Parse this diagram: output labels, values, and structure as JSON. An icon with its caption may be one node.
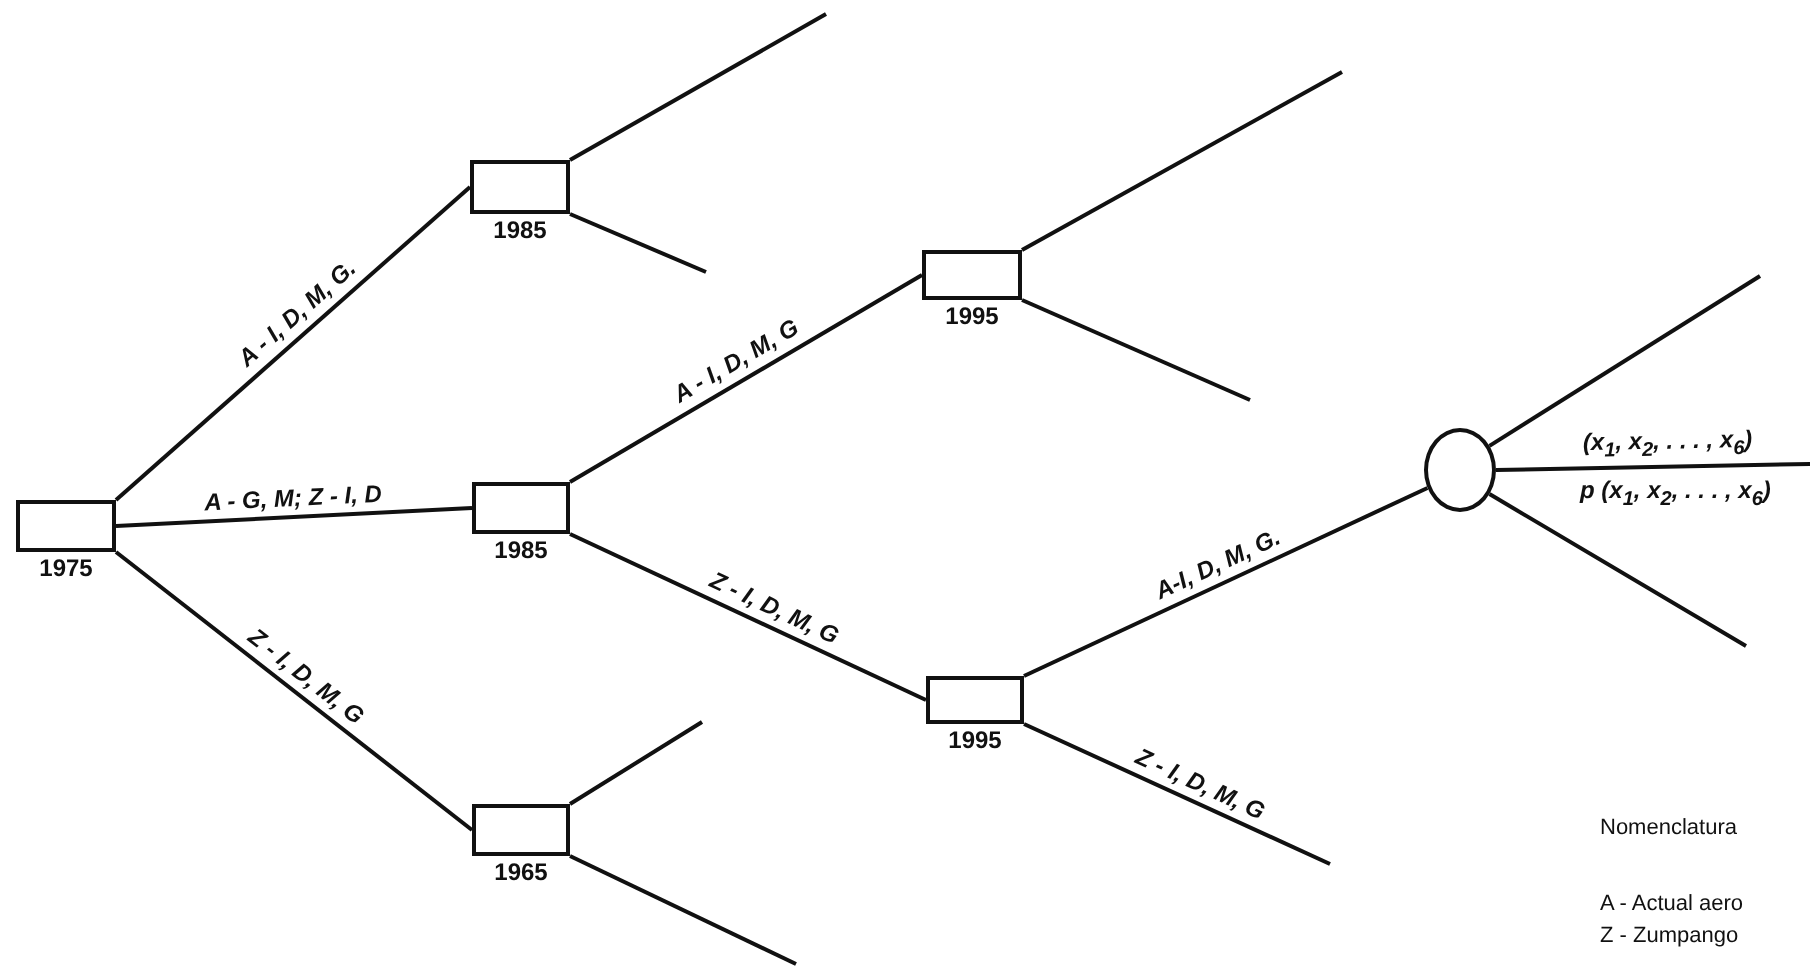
{
  "diagram": {
    "nodes": [
      {
        "text": [
          "1975"
        ]
      },
      {
        "text": [
          "1985"
        ]
      },
      {
        "text": [
          "1985"
        ]
      },
      {
        "text": [
          "1965"
        ]
      },
      {
        "text": [
          "1995"
        ]
      },
      {
        "text": [
          "1995"
        ]
      },
      {
        "text": [],
        "shape": "circle"
      }
    ],
    "edges": [
      {
        "from": 0,
        "to": 1,
        "arrow": "none",
        "label": "A - I, D, M, G."
      },
      {
        "from": 0,
        "to": 2,
        "arrow": "none",
        "label": "A - G, M; Z - I, D"
      },
      {
        "from": 0,
        "to": 3,
        "arrow": "none",
        "label": "Z - I, D, M, G"
      },
      {
        "from": 1,
        "to": null,
        "arrow": "none"
      },
      {
        "from": 1,
        "to": null,
        "arrow": "none"
      },
      {
        "from": 2,
        "to": 4,
        "arrow": "none",
        "label": "A - I, D, M, G"
      },
      {
        "from": 2,
        "to": 5,
        "arrow": "none",
        "label": "Z - I, D, M, G"
      },
      {
        "from": 3,
        "to": null,
        "arrow": "none"
      },
      {
        "from": 3,
        "to": null,
        "arrow": "none"
      },
      {
        "from": 4,
        "to": null,
        "arrow": "none"
      },
      {
        "from": 4,
        "to": null,
        "arrow": "none"
      },
      {
        "from": 5,
        "to": 6,
        "arrow": "none",
        "label": "A-I, D, M, G."
      },
      {
        "from": 5,
        "to": null,
        "arrow": "none",
        "label": "Z - I, D, M, G"
      },
      {
        "from": 6,
        "to": null,
        "arrow": "none"
      },
      {
        "from": 6,
        "to": null,
        "arrow": "none",
        "label": "(x$_{1}$, x$_{2}$, . . . , x$_{6}$)"
      },
      {
        "from": 6,
        "to": null,
        "arrow": "none"
      }
    ],
    "labels": [
      "p (x$_{1}$, x$_{2}$, . . . , x$_{6}$)",
      "Nomenclatura",
      "A - Actual aero",
      "Z - Zumpango"
    ]
  }
}
